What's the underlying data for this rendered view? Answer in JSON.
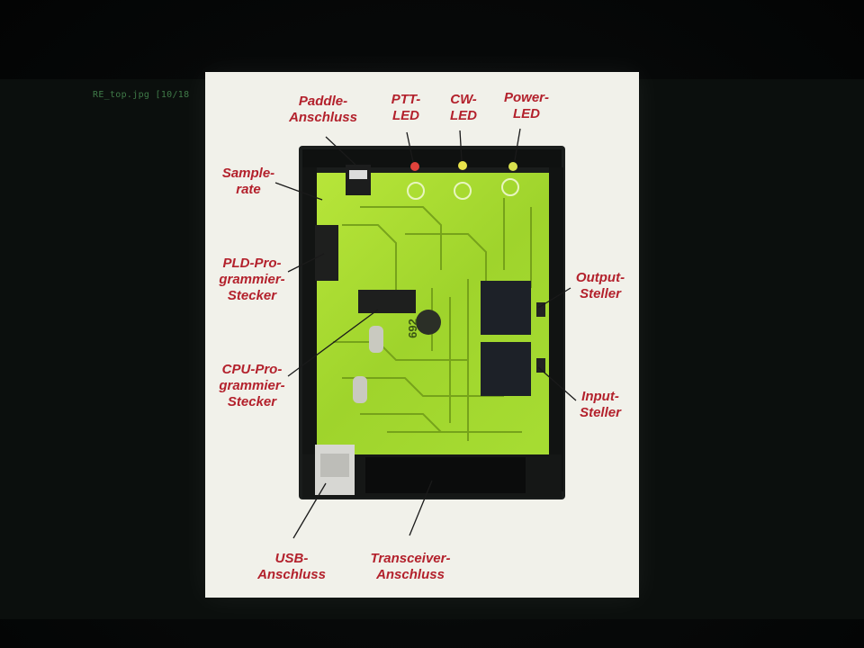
{
  "viewer": {
    "caption": "RE_top.jpg [10/18"
  },
  "slide": {
    "labels": {
      "paddle": [
        "Paddle-",
        "Anschluss"
      ],
      "ptt": [
        "PTT-",
        "LED"
      ],
      "cw": [
        "CW-",
        "LED"
      ],
      "power": [
        "Power-",
        "LED"
      ],
      "samplerate": [
        "Sample-",
        "rate"
      ],
      "pld": [
        "PLD-Pro-",
        "grammier-",
        "Stecker"
      ],
      "cpu": [
        "CPU-Pro-",
        "grammier-",
        "Stecker"
      ],
      "output": [
        "Output-",
        "Steller"
      ],
      "input": [
        "Input-",
        "Steller"
      ],
      "usb": [
        "USB-",
        "Anschluss"
      ],
      "transceiver": [
        "Transceiver-",
        "Anschluss"
      ]
    },
    "board_marking": "692"
  },
  "colors": {
    "label": "#b3212c",
    "pcb": "#a6dc33",
    "slide": "#f1f1ea",
    "background": "#050607"
  }
}
